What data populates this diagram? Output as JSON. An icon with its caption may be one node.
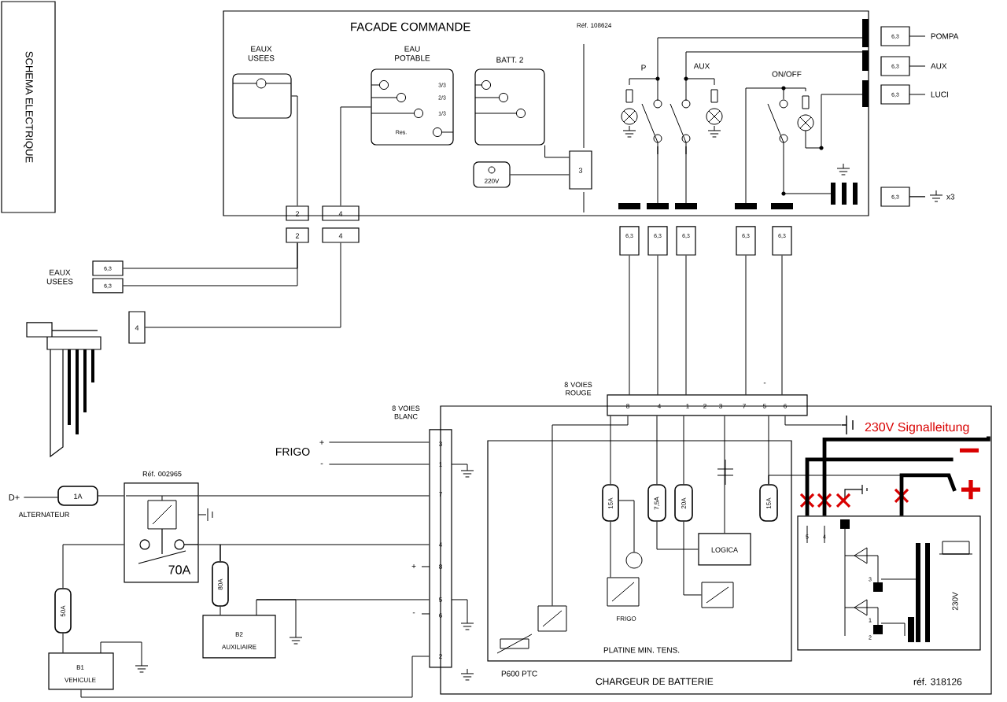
{
  "diagram": {
    "nodes": [
      {
        "text": [
          "SCHEMA ELECTRIQUE"
        ]
      },
      {
        "text": [
          "FACADE COMMANDE",
          "Réf. 108624"
        ]
      },
      {
        "text": [
          "EAUX USEES"
        ],
        "in": 1
      },
      {
        "text": [
          "EAU POTABLE",
          "3/3",
          "2/3",
          "1/3",
          "Res."
        ],
        "in": 1
      },
      {
        "text": [
          "BATT. 2"
        ],
        "in": 1
      },
      {
        "text": [
          "220V"
        ],
        "in": 1
      },
      {
        "text": [
          "3"
        ],
        "in": 1
      },
      {
        "text": [
          "2"
        ]
      },
      {
        "text": [
          "2"
        ]
      },
      {
        "text": [
          "4"
        ]
      },
      {
        "text": [
          "4"
        ]
      },
      {
        "text": [
          "6,3"
        ]
      },
      {
        "text": [
          "6,3"
        ]
      },
      {
        "text": [
          "4"
        ]
      },
      {
        "text": [],
        "shape": "picture"
      },
      {
        "text": [
          "6,3"
        ],
        "beside": [
          "POMPA"
        ]
      },
      {
        "text": [
          "6,3"
        ],
        "beside": [
          "AUX"
        ]
      },
      {
        "text": [
          "6,3"
        ],
        "beside": [
          "LUCI"
        ]
      },
      {
        "text": [
          "6,3"
        ],
        "beside": [
          "x3"
        ]
      },
      {
        "text": [
          "6,3"
        ]
      },
      {
        "text": [
          "6,3"
        ]
      },
      {
        "text": [
          "6,3"
        ]
      },
      {
        "text": [
          "6,3"
        ]
      },
      {
        "text": [
          "6,3"
        ]
      },
      {
        "text": [
          "8",
          "4",
          "1",
          "2",
          "3",
          "7",
          "5",
          "6"
        ],
        "beside": [
          "8 VOIES ROUGE"
        ]
      },
      {
        "text": [
          "CHARGEUR DE BATTERIE",
          "réf. 318126"
        ]
      },
      {
        "text": [
          "3",
          "1",
          "7",
          "4",
          "8",
          "5",
          "6",
          "2"
        ],
        "beside": [
          "8 VOIES BLANC"
        ]
      },
      {
        "text": [
          "Réf. 002965",
          "70A"
        ]
      },
      {
        "text": [
          "1A"
        ]
      },
      {
        "text": [
          "50A"
        ]
      },
      {
        "text": [
          "80A"
        ]
      },
      {
        "text": [
          "B1",
          "VEHICULE"
        ]
      },
      {
        "text": [
          "B2",
          "AUXILIAIRE"
        ]
      },
      {
        "text": [
          "PLATINE MIN. TENS."
        ],
        "in": 25
      },
      {
        "text": [
          "LOGICA"
        ],
        "in": 33
      },
      {
        "text": [
          "15A"
        ],
        "in": 33
      },
      {
        "text": [
          "7,5A"
        ],
        "in": 33
      },
      {
        "text": [
          "20A"
        ],
        "in": 33
      },
      {
        "text": [
          "15A"
        ],
        "in": 33
      },
      {
        "text": [
          "5",
          "4",
          "3",
          "1",
          "2",
          "230V"
        ],
        "in": 25
      },
      {
        "text": [
          "D+"
        ]
      },
      {
        "text": [
          "+"
        ]
      },
      {
        "text": [
          "-"
        ]
      },
      {
        "text": [],
        "shape": "battery",
        "in": 25
      },
      {
        "text": [],
        "shape": "box",
        "in": 33
      },
      {
        "text": [],
        "shape": "box",
        "in": 33
      },
      {
        "text": [],
        "shape": "box",
        "in": 33
      },
      {
        "text": [],
        "shape": "circle",
        "in": 33
      },
      {
        "text": [
          "230V Signalleitung"
        ],
        "in": 25
      },
      {
        "text": [
          "−"
        ],
        "in": 25
      },
      {
        "text": [
          "+"
        ],
        "in": 25
      }
    ],
    "edges": [
      {
        "from": 2,
        "to": 7,
        "arrow": "none"
      },
      {
        "from": 3,
        "to": 9,
        "arrow": "none"
      },
      {
        "from": 8,
        "to": 11,
        "arrow": "none"
      },
      {
        "from": 8,
        "to": 12,
        "arrow": "none"
      },
      {
        "from": 10,
        "to": 13,
        "arrow": "none"
      },
      {
        "from": 4,
        "to": 6,
        "arrow": "none"
      },
      {
        "from": 5,
        "to": 6,
        "arrow": "none"
      },
      {
        "from": 19,
        "to": 24,
        "arrow": "none"
      },
      {
        "from": 20,
        "to": 24,
        "arrow": "none"
      },
      {
        "from": 21,
        "to": 24,
        "arrow": "none"
      },
      {
        "from": 22,
        "to": 24,
        "arrow": "none"
      },
      {
        "from": 23,
        "to": 24,
        "arrow": "none"
      },
      {
        "from": 28,
        "to": 27,
        "arrow": "none"
      },
      {
        "from": 27,
        "to": 30,
        "arrow": "none"
      },
      {
        "from": 29,
        "to": 27,
        "arrow": "none"
      },
      {
        "from": 31,
        "to": 29,
        "arrow": "none"
      },
      {
        "from": 32,
        "to": 30,
        "arrow": "none"
      },
      {
        "from": 30,
        "to": 26,
        "arrow": "none"
      },
      {
        "from": 32,
        "to": 26,
        "arrow": "none"
      },
      {
        "from": 24,
        "to": 35,
        "arrow": "none"
      },
      {
        "from": 24,
        "to": 36,
        "arrow": "none"
      },
      {
        "from": 24,
        "to": 37,
        "arrow": "none"
      },
      {
        "from": 24,
        "to": 34,
        "arrow": "none"
      },
      {
        "from": 24,
        "to": 38,
        "arrow": "none"
      },
      {
        "from": 40,
        "to": 28,
        "arrow": "none"
      },
      {
        "from": 41,
        "to": 26,
        "arrow": "none"
      },
      {
        "from": 42,
        "to": 26,
        "arrow": "none"
      },
      {
        "from": 24,
        "to": 43,
        "arrow": "none"
      },
      {
        "from": 27,
        "to": 26,
        "arrow": "none"
      },
      {
        "from": 31,
        "to": 26,
        "arrow": "none"
      },
      {
        "from": 38,
        "to": 39,
        "arrow": "none"
      },
      {
        "from": 49,
        "to": 39,
        "arrow": "none",
        "style": "thick"
      },
      {
        "from": 48,
        "to": 39,
        "arrow": "none",
        "style": "thick"
      },
      {
        "from": 35,
        "to": 45,
        "arrow": "none"
      },
      {
        "from": 37,
        "to": 46,
        "arrow": "none"
      },
      {
        "from": 24,
        "to": 44,
        "arrow": "none"
      },
      {
        "from": 36,
        "to": 34,
        "arrow": "none"
      },
      {
        "from": 35,
        "to": 47,
        "arrow": "none"
      },
      {
        "from": 50,
        "to": 39,
        "arrow": "none",
        "style": "thick"
      }
    ],
    "labels": [
      "P",
      "AUX",
      "ON/OFF",
      "EAUX USEES",
      "-",
      "FRIGO",
      "ALTERNATEUR",
      "+",
      "-",
      "P600 PTC",
      "FRIGO"
    ]
  }
}
